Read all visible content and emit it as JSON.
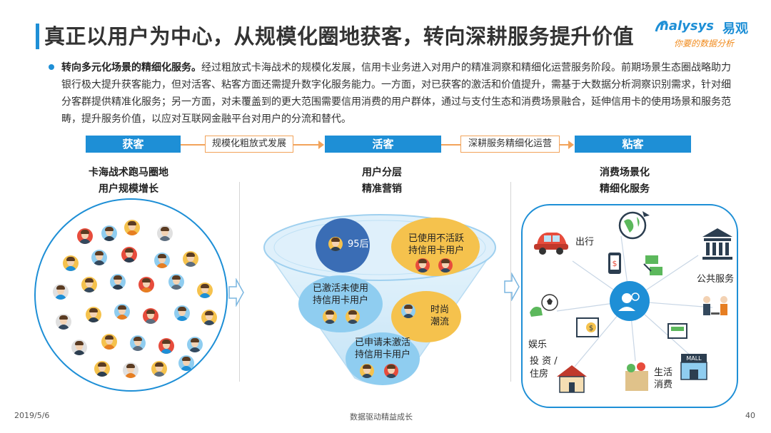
{
  "header": {
    "title": "真正以用户为中心，从规模化圈地获客，转向深耕服务提升价值",
    "logo_brand": "nalysys",
    "logo_cn": "易观",
    "logo_slogan": "你要的数据分析"
  },
  "intro": {
    "lead": "转向多元化场景的精细化服务。",
    "body": "经过粗放式卡海战术的规模化发展，信用卡业务进入对用户的精准洞察和精细化运营服务阶段。前期场景生态圈战略助力银行极大提升获客能力，但对活客、粘客方面还需提升数字化服务能力。一方面，对已获客的激活和价值提升，需基于大数据分析洞察识别需求，针对细分客群提供精准化服务；另一方面，对未覆盖到的更大范围需要信用消费的用户群体，通过与支付生态和消费场景融合，延伸信用卡的使用场景和服务范畴，提升服务价值，以应对互联网金融平台对用户的分流和替代。"
  },
  "flow": {
    "stage1": "获客",
    "stage2": "活客",
    "stage3": "粘客",
    "connector1": "规模化粗放式发展",
    "connector2": "深耕服务精细化运营"
  },
  "columns": {
    "col1_line1": "卡海战术跑马圈地",
    "col1_line2": "用户规模增长",
    "col2_line1": "用户分层",
    "col2_line2": "精准营销",
    "col3_line1": "消费场景化",
    "col3_line2": "精细化服务"
  },
  "segments": {
    "s95": "95后",
    "inactive_line1": "已使用不活跃",
    "inactive_line2": "持信用卡用户",
    "activated_line1": "已激活未使用",
    "activated_line2": "持信用卡用户",
    "fashion_line1": "时尚",
    "fashion_line2": "潮流",
    "applied_line1": "已申请未激活",
    "applied_line2": "持信用卡用户"
  },
  "scenes": {
    "travel": "出行",
    "public": "公共服务",
    "entertainment": "娱乐",
    "invest_line1": "投 资 /",
    "invest_line2": "住房",
    "life_line1": "生活",
    "life_line2": "消费"
  },
  "footer": {
    "date": "2019/5/6",
    "center": "数据驱动精益成长",
    "page": "40"
  },
  "colors": {
    "accent": "#1e8fd6",
    "orange": "#f2a35a",
    "funnel_blue": "#cde8f8",
    "bubble_navy": "#3a6db5",
    "bubble_gold": "#f5c24d",
    "bubble_sky": "#8fcdf0"
  }
}
